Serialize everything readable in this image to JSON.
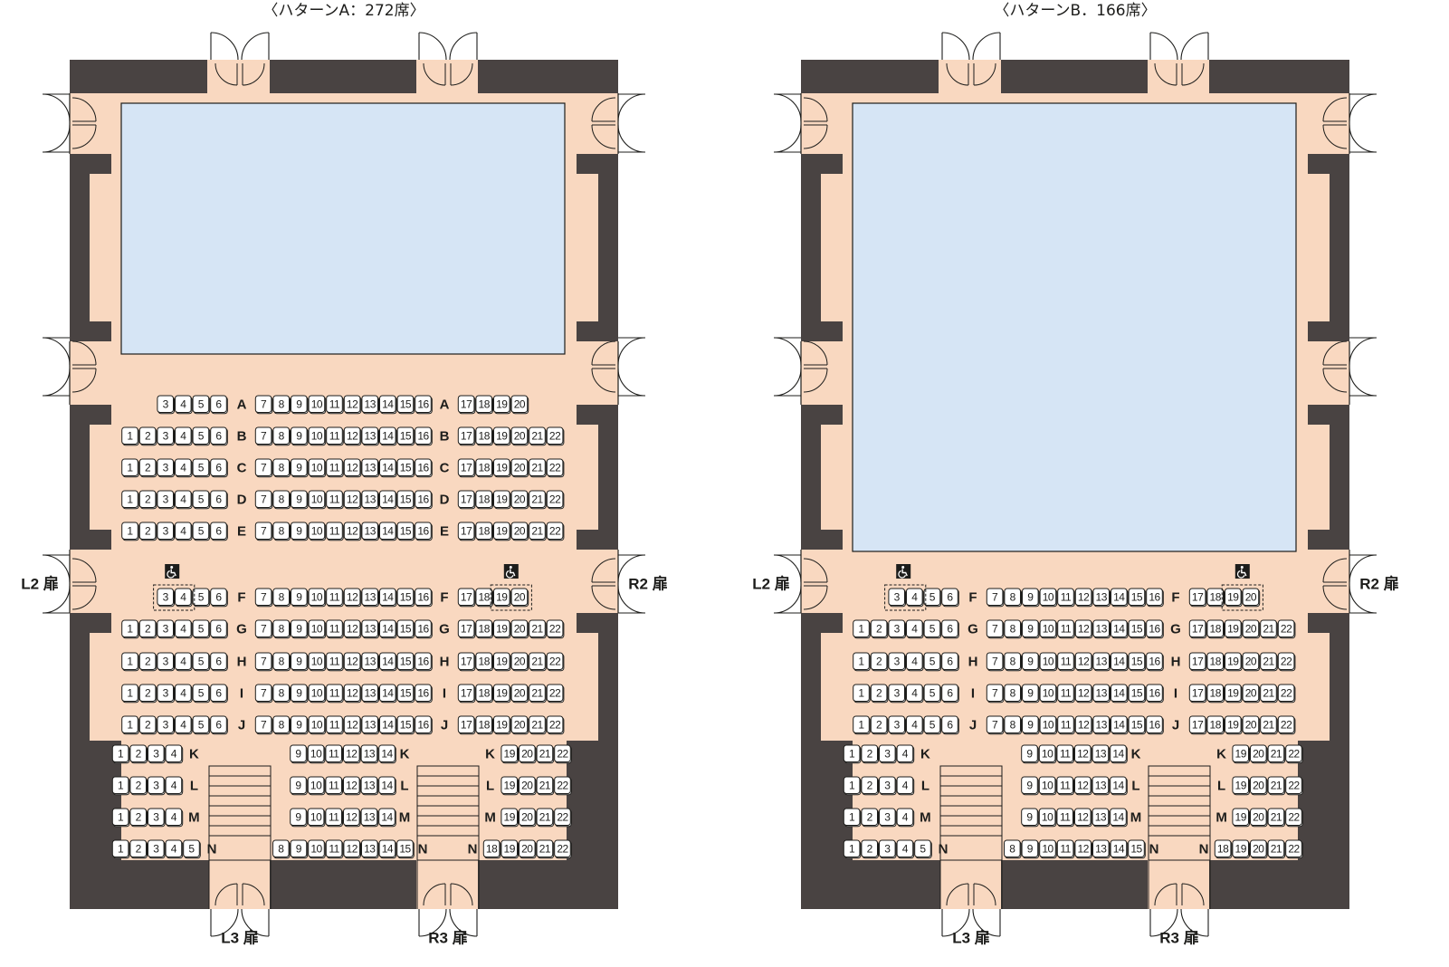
{
  "colors": {
    "floor": "#f9d8c0",
    "wall": "#494342",
    "stage": "#d6e5f5",
    "stroke": "#1d1d1b"
  },
  "plans": [
    {
      "title": "〈ハターンA：272席〉",
      "stage_size": "small",
      "doors": {
        "left": "L2 扉",
        "right": "R2 扉",
        "bottom_left": "L3 扉",
        "bottom_right": "R3 扉"
      },
      "wheelchair_icon": "wheelchair-icon",
      "rows": [
        {
          "row": "A",
          "left": [
            3,
            4,
            5,
            6
          ],
          "center": [
            7,
            8,
            9,
            10,
            11,
            12,
            13,
            14,
            15,
            16
          ],
          "right": [
            17,
            18,
            19,
            20
          ]
        },
        {
          "row": "B",
          "left": [
            1,
            2,
            3,
            4,
            5,
            6
          ],
          "center": [
            7,
            8,
            9,
            10,
            11,
            12,
            13,
            14,
            15,
            16
          ],
          "right": [
            17,
            18,
            19,
            20,
            21,
            22
          ]
        },
        {
          "row": "C",
          "left": [
            1,
            2,
            3,
            4,
            5,
            6
          ],
          "center": [
            7,
            8,
            9,
            10,
            11,
            12,
            13,
            14,
            15,
            16
          ],
          "right": [
            17,
            18,
            19,
            20,
            21,
            22
          ]
        },
        {
          "row": "D",
          "left": [
            1,
            2,
            3,
            4,
            5,
            6
          ],
          "center": [
            7,
            8,
            9,
            10,
            11,
            12,
            13,
            14,
            15,
            16
          ],
          "right": [
            17,
            18,
            19,
            20,
            21,
            22
          ]
        },
        {
          "row": "E",
          "left": [
            1,
            2,
            3,
            4,
            5,
            6
          ],
          "center": [
            7,
            8,
            9,
            10,
            11,
            12,
            13,
            14,
            15,
            16
          ],
          "right": [
            17,
            18,
            19,
            20,
            21,
            22
          ]
        },
        {
          "row": "F",
          "left": [
            3,
            4,
            5,
            6
          ],
          "center": [
            7,
            8,
            9,
            10,
            11,
            12,
            13,
            14,
            15,
            16
          ],
          "right": [
            17,
            18,
            19,
            20
          ]
        },
        {
          "row": "G",
          "left": [
            1,
            2,
            3,
            4,
            5,
            6
          ],
          "center": [
            7,
            8,
            9,
            10,
            11,
            12,
            13,
            14,
            15,
            16
          ],
          "right": [
            17,
            18,
            19,
            20,
            21,
            22
          ]
        },
        {
          "row": "H",
          "left": [
            1,
            2,
            3,
            4,
            5,
            6
          ],
          "center": [
            7,
            8,
            9,
            10,
            11,
            12,
            13,
            14,
            15,
            16
          ],
          "right": [
            17,
            18,
            19,
            20,
            21,
            22
          ]
        },
        {
          "row": "I",
          "left": [
            1,
            2,
            3,
            4,
            5,
            6
          ],
          "center": [
            7,
            8,
            9,
            10,
            11,
            12,
            13,
            14,
            15,
            16
          ],
          "right": [
            17,
            18,
            19,
            20,
            21,
            22
          ]
        },
        {
          "row": "J",
          "left": [
            1,
            2,
            3,
            4,
            5,
            6
          ],
          "center": [
            7,
            8,
            9,
            10,
            11,
            12,
            13,
            14,
            15,
            16
          ],
          "right": [
            17,
            18,
            19,
            20,
            21,
            22
          ]
        },
        {
          "row": "K",
          "left": [
            1,
            2,
            3,
            4
          ],
          "center": [
            9,
            10,
            11,
            12,
            13,
            14
          ],
          "right": [
            19,
            20,
            21,
            22
          ]
        },
        {
          "row": "L",
          "left": [
            1,
            2,
            3,
            4
          ],
          "center": [
            9,
            10,
            11,
            12,
            13,
            14
          ],
          "right": [
            19,
            20,
            21,
            22
          ]
        },
        {
          "row": "M",
          "left": [
            1,
            2,
            3,
            4
          ],
          "center": [
            9,
            10,
            11,
            12,
            13,
            14
          ],
          "right": [
            19,
            20,
            21,
            22
          ]
        },
        {
          "row": "N",
          "left": [
            1,
            2,
            3,
            4,
            5
          ],
          "center": [
            8,
            9,
            10,
            11,
            12,
            13,
            14,
            15
          ],
          "right": [
            18,
            19,
            20,
            21,
            22
          ]
        }
      ]
    },
    {
      "title": "〈ハターンB．166席〉",
      "stage_size": "large",
      "doors": {
        "left": "L2 扉",
        "right": "R2 扉",
        "bottom_left": "L3 扉",
        "bottom_right": "R3 扉"
      },
      "wheelchair_icon": "wheelchair-icon",
      "rows": [
        {
          "row": "F",
          "left": [
            3,
            4,
            5,
            6
          ],
          "center": [
            7,
            8,
            9,
            10,
            11,
            12,
            13,
            14,
            15,
            16
          ],
          "right": [
            17,
            18,
            19,
            20
          ]
        },
        {
          "row": "G",
          "left": [
            1,
            2,
            3,
            4,
            5,
            6
          ],
          "center": [
            7,
            8,
            9,
            10,
            11,
            12,
            13,
            14,
            15,
            16
          ],
          "right": [
            17,
            18,
            19,
            20,
            21,
            22
          ]
        },
        {
          "row": "H",
          "left": [
            1,
            2,
            3,
            4,
            5,
            6
          ],
          "center": [
            7,
            8,
            9,
            10,
            11,
            12,
            13,
            14,
            15,
            16
          ],
          "right": [
            17,
            18,
            19,
            20,
            21,
            22
          ]
        },
        {
          "row": "I",
          "left": [
            1,
            2,
            3,
            4,
            5,
            6
          ],
          "center": [
            7,
            8,
            9,
            10,
            11,
            12,
            13,
            14,
            15,
            16
          ],
          "right": [
            17,
            18,
            19,
            20,
            21,
            22
          ]
        },
        {
          "row": "J",
          "left": [
            1,
            2,
            3,
            4,
            5,
            6
          ],
          "center": [
            7,
            8,
            9,
            10,
            11,
            12,
            13,
            14,
            15,
            16
          ],
          "right": [
            17,
            18,
            19,
            20,
            21,
            22
          ]
        },
        {
          "row": "K",
          "left": [
            1,
            2,
            3,
            4
          ],
          "center": [
            9,
            10,
            11,
            12,
            13,
            14
          ],
          "right": [
            19,
            20,
            21,
            22
          ]
        },
        {
          "row": "L",
          "left": [
            1,
            2,
            3,
            4
          ],
          "center": [
            9,
            10,
            11,
            12,
            13,
            14
          ],
          "right": [
            19,
            20,
            21,
            22
          ]
        },
        {
          "row": "M",
          "left": [
            1,
            2,
            3,
            4
          ],
          "center": [
            9,
            10,
            11,
            12,
            13,
            14
          ],
          "right": [
            19,
            20,
            21,
            22
          ]
        },
        {
          "row": "N",
          "left": [
            1,
            2,
            3,
            4,
            5
          ],
          "center": [
            8,
            9,
            10,
            11,
            12,
            13,
            14,
            15
          ],
          "right": [
            18,
            19,
            20,
            21,
            22
          ]
        }
      ]
    }
  ]
}
